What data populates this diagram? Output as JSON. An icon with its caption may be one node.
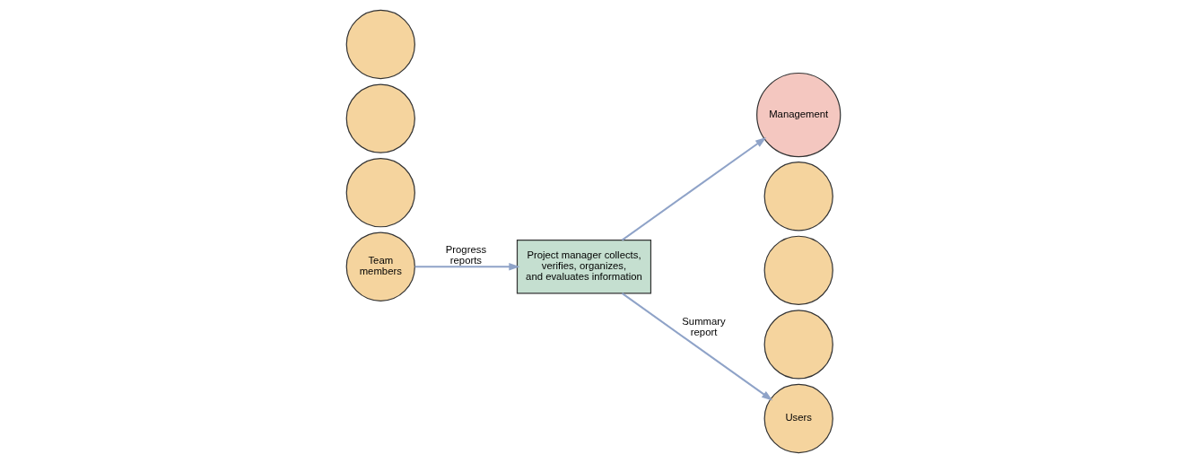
{
  "diagram": {
    "nodes": [
      {
        "text": [],
        "shape": "circle"
      },
      {
        "text": [],
        "shape": "circle"
      },
      {
        "text": [],
        "shape": "circle"
      },
      {
        "text": [
          "Team members"
        ]
      },
      {
        "text": [
          "Project manager collects, verifies, organizes, and evaluates information"
        ]
      },
      {
        "text": [
          "Management"
        ]
      },
      {
        "text": [],
        "shape": "circle"
      },
      {
        "text": [],
        "shape": "circle"
      },
      {
        "text": [],
        "shape": "circle"
      },
      {
        "text": [
          "Users"
        ]
      }
    ],
    "edges": [
      {
        "from": 3,
        "to": 4,
        "arrow": "to",
        "label": "Progress reports"
      },
      {
        "from": 4,
        "to": 9,
        "arrow": "to",
        "label": "Summary report"
      },
      {
        "from": 4,
        "to": 5,
        "arrow": "to"
      }
    ]
  }
}
